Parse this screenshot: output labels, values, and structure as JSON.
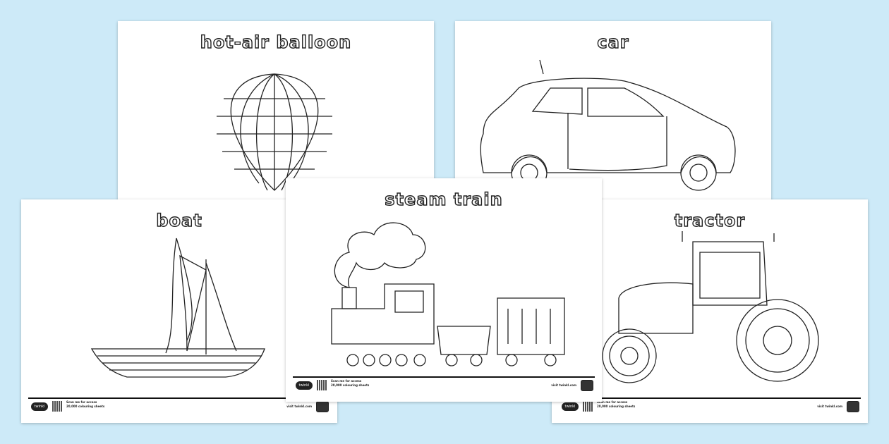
{
  "background_color": "#cdeaf8",
  "sheets": [
    {
      "title": "hot-air balloon"
    },
    {
      "title": "car"
    },
    {
      "title": "boat"
    },
    {
      "title": "tractor"
    },
    {
      "title": "steam train"
    }
  ],
  "footer": {
    "logo": "twinkl",
    "scan_text": "Scan me for access 20,000 colouring sheets",
    "visit": "visit twinkl.com"
  }
}
